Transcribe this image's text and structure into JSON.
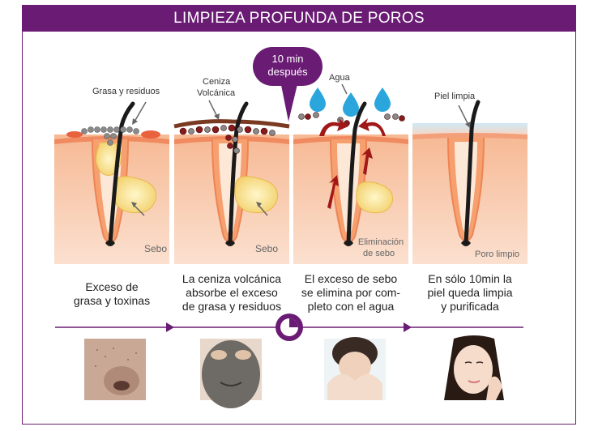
{
  "title": "LIMPIEZA PROFUNDA DE POROS",
  "bubble": {
    "line1": "10 min",
    "line2": "después"
  },
  "colors": {
    "brand": "#6a1b74",
    "skin": "#f9c9a8",
    "skin_surface": "#f08a60",
    "sebum": "#f7e08c",
    "hair": "#1a1a1a",
    "water": "#2aa6dd",
    "ash": "#8a8a8a",
    "red_ash": "#8a1a1a",
    "arrow": "#a01818"
  },
  "panels": [
    {
      "annotation": "Grasa y residuos",
      "bottom_label": "Sebo",
      "caption": [
        "Exceso de",
        "grasa y toxinas"
      ]
    },
    {
      "annotation_1": "Ceniza",
      "annotation_2": "Volcánica",
      "bottom_label": "Sebo",
      "caption": [
        "La ceniza volcánica",
        "absorbe el exceso",
        "de grasa y residuos"
      ]
    },
    {
      "annotation": "Agua",
      "bottom_label_1": "Eliminación",
      "bottom_label_2": "de sebo",
      "caption": [
        "El exceso de sebo",
        "se elimina por com-",
        "pleto con el agua"
      ]
    },
    {
      "annotation": "Piel limpia",
      "bottom_label": "Poro limpio",
      "caption": [
        "En sólo 10min la",
        "piel queda limpia",
        "y purificada"
      ]
    }
  ],
  "photos": [
    {
      "name": "nose-pores-photo"
    },
    {
      "name": "ash-mask-face-photo"
    },
    {
      "name": "washing-face-photo"
    },
    {
      "name": "clean-face-photo"
    }
  ],
  "timeline_icon": "clock-icon"
}
